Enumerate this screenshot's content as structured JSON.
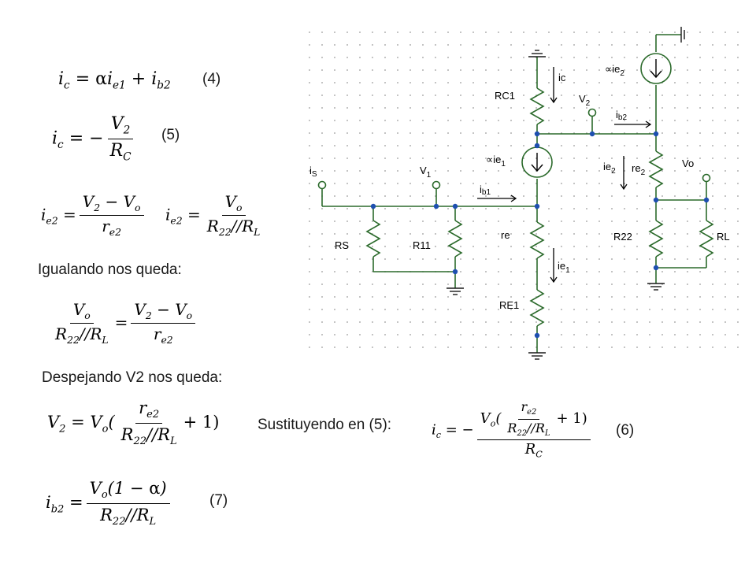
{
  "equations": {
    "eq4": {
      "number": "(4)"
    },
    "eq5": {
      "number": "(5)"
    },
    "eq6": {
      "number": "(6)"
    },
    "eq7": {
      "number": "(7)"
    }
  },
  "text": {
    "igualando": "Igualando nos queda:",
    "despejando": "Despejando V2 nos queda:",
    "sustituyendo": "Sustituyendo en (5):"
  },
  "circuit": {
    "labels": {
      "is": "i",
      "is_sub": "S",
      "v1": "V",
      "v1_sub": "1",
      "ib1": "i",
      "ib1_sub": "b1",
      "rs": "RS",
      "r11": "R11",
      "rc1": "RC1",
      "ic": "ic",
      "v2": "V",
      "v2_sub": "2",
      "ib2": "i",
      "ib2_sub": "b2",
      "src1": "∝ie",
      "src1_sub": "1",
      "re": "re",
      "ie1": "ie",
      "ie1_sub": "1",
      "re1": "RE1",
      "src2": "∝ie",
      "src2_sub": "2",
      "ie2": "ie",
      "ie2_sub": "2",
      "re2": "re",
      "re2_sub": "2",
      "vo": "Vo",
      "r22": "R22",
      "rl": "RL"
    }
  }
}
